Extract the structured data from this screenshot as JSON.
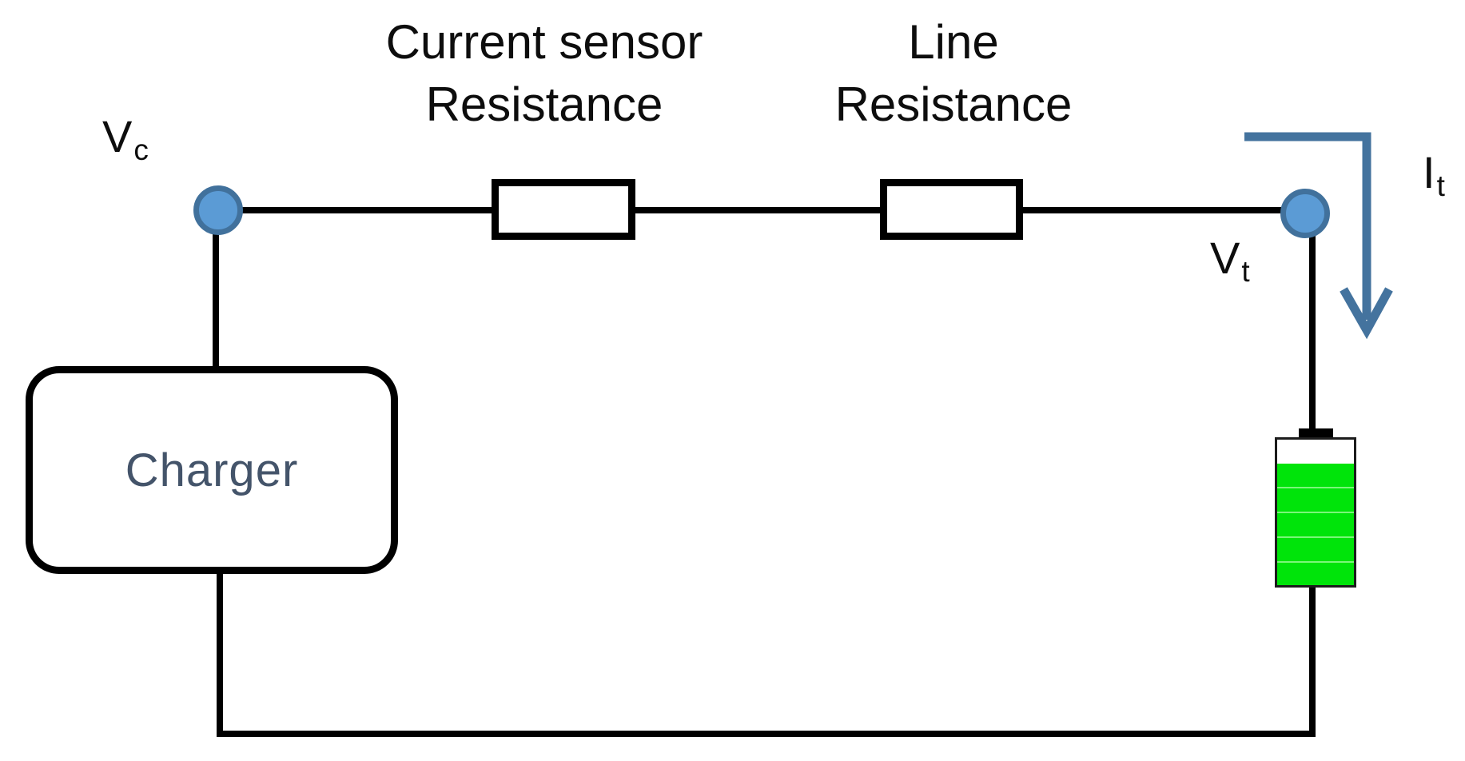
{
  "diagram": {
    "charger": {
      "label": "Charger"
    },
    "resistor_current_sensor": {
      "line1": "Current sensor",
      "line2": "Resistance"
    },
    "resistor_line": {
      "line1": "Line",
      "line2": "Resistance"
    },
    "node_charger_voltage": {
      "main": "V",
      "sub": "c"
    },
    "node_terminal_voltage": {
      "main": "V",
      "sub": "t"
    },
    "terminal_current": {
      "main": "I",
      "sub": "t"
    },
    "colors": {
      "background": "#FFFFFF",
      "wire": "#000000",
      "node_fill": "#5B9BD5",
      "node_border": "#41719C",
      "current_arrow": "#44739E",
      "battery_charge_green": "#00E40A",
      "battery_divider_green": "#7AF67A",
      "charger_text": "#44546A",
      "label_text": "#0D0D0D"
    }
  }
}
